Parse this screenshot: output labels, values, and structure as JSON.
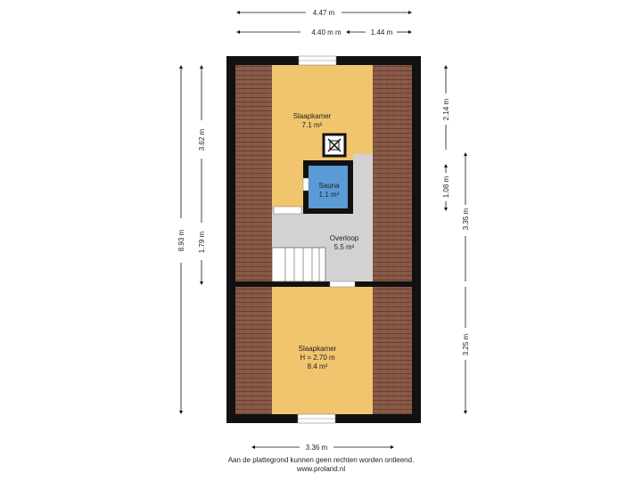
{
  "dimensions": {
    "top_total": "4.47 m",
    "top_left": "4.40 m m",
    "top_right": "1.44 m",
    "left_total": "8.93 m",
    "left_upper": "3.62 m",
    "left_lower": "1.79 m",
    "right_a": "2.14 m",
    "right_b": "1.08 m",
    "right_c": "3.35 m",
    "right_d": "3.25 m",
    "bottom": "3.36 m"
  },
  "rooms": {
    "bedroom_top": {
      "name": "Slaapkamer",
      "area": "7.1 m²"
    },
    "sauna": {
      "name": "Sauna",
      "area": "1.1 m²"
    },
    "landing": {
      "name": "Overloop",
      "area": "5.5 m²"
    },
    "bedroom_bottom": {
      "name": "Slaapkamer",
      "height": "H = 2.70 m",
      "area": "8.4 m²"
    }
  },
  "footer": {
    "disclaimer": "Aan de plattegrond kunnen geen rechten worden ontleend.",
    "website": "www.proland.nl"
  },
  "colors": {
    "bedroom": "#f0c56e",
    "sauna": "#5b9bd5",
    "landing": "#d2d2d2",
    "roof_slope": "#8a5a48",
    "wall": "#111111"
  }
}
